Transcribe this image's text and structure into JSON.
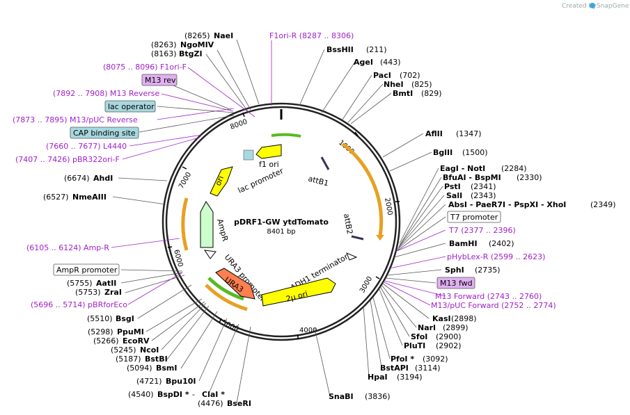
{
  "credit": {
    "created_by": "Created by",
    "brand": "SnapGene"
  },
  "plasmid": {
    "name": "pDRF1-GW ytdTomato",
    "length": "8401 bp"
  },
  "ticks": [
    "1000",
    "2000",
    "3000",
    "4000",
    "5000",
    "6000",
    "7000",
    "8000"
  ],
  "features_inside": {
    "f1_ori": "f1 ori",
    "lac_promoter": "lac promoter",
    "attB1": "attB1",
    "attB2": "attB2",
    "ori": "ori",
    "AmpR": "AmpR",
    "URA3_promoter": "URA3 promoter",
    "URA3": "URA3",
    "ADH1_terminator": "ADH1 terminator",
    "two_mu_ori": "2μ ori"
  },
  "boxed_features": {
    "M13_rev": "M13 rev",
    "lac_operator": "lac operator",
    "CAP_binding_site": "CAP binding site",
    "AmpR_promoter": "AmpR promoter",
    "T7_promoter": "T7 promoter",
    "M13_fwd": "M13 fwd"
  },
  "left_sites": {
    "NaeI": {
      "pos": "(8265)",
      "name": "NaeI"
    },
    "NgoMIV": {
      "pos": "(8263)",
      "name": "NgoMIV"
    },
    "BtgZI": {
      "pos": "(8163)",
      "name": "BtgZI"
    },
    "AhdI": {
      "pos": "(6674)",
      "name": "AhdI"
    },
    "NmeAIII": {
      "pos": "(6527)",
      "name": "NmeAIII"
    },
    "AatII": {
      "pos": "(5755)",
      "name": "AatII"
    },
    "ZraI": {
      "pos": "(5753)",
      "name": "ZraI"
    },
    "BsgI": {
      "pos": "(5510)",
      "name": "BsgI"
    },
    "PpuMI": {
      "pos": "(5298)",
      "name": "PpuMI"
    },
    "EcoRV": {
      "pos": "(5266)",
      "name": "EcoRV"
    },
    "NcoI": {
      "pos": "(5245)",
      "name": "NcoI"
    },
    "BstBI": {
      "pos": "(5187)",
      "name": "BstBI"
    },
    "BsmI": {
      "pos": "(5094)",
      "name": "BsmI"
    },
    "Bpu10I": {
      "pos": "(4721)",
      "name": "Bpu10I"
    },
    "BspDI": {
      "pos": "(4540)",
      "name": "BspDI *",
      "sep": " - ",
      "name2": "ClaI *"
    },
    "BseRI": {
      "pos": "(4476)",
      "name": "BseRI"
    }
  },
  "left_primers": {
    "F1ori_F": "(8075 .. 8096)  F1ori-F",
    "M13_Reverse": "(7892 .. 7908)  M13 Reverse",
    "M13_pUC_Reverse": "(7873 .. 7895)  M13/pUC Reverse",
    "L4440": "(7660 .. 7677)  L4440",
    "pBR322ori_F": "(7407 .. 7426)  pBR322ori-F",
    "Amp_R": "(6105 .. 6124)  Amp-R",
    "pBRforEco": "(5696 .. 5714)  pBRforEco"
  },
  "top_primer": {
    "F1ori_R": "F1ori-R    (8287 .. 8306)"
  },
  "right_sites": {
    "BssHII": {
      "name": "BssHII",
      "pos": "(211)"
    },
    "AgeI": {
      "name": "AgeI",
      "pos": "(443)"
    },
    "PacI": {
      "name": "PacI",
      "pos": "(702)"
    },
    "NheI": {
      "name": "NheI",
      "pos": "(825)"
    },
    "BmtI": {
      "name": "BmtI",
      "pos": "(829)"
    },
    "AflII": {
      "name": "AflII",
      "pos": "(1347)"
    },
    "BglII": {
      "name": "BglII",
      "pos": "(1500)"
    },
    "EagI": {
      "name": "EagI  - NotI",
      "pos": "(2284)"
    },
    "BfuAI": {
      "name": "BfuAI  - BspMI",
      "pos": "(2330)"
    },
    "PstI": {
      "name": "PstI",
      "pos": "(2341)"
    },
    "SalI": {
      "name": "SalI",
      "pos": "(2343)"
    },
    "AbsI": {
      "name": "AbsI   - PaeR7I  - PspXI  - XhoI",
      "pos": "(2349)"
    },
    "BamHI": {
      "name": "BamHI",
      "pos": "(2402)"
    },
    "SphI": {
      "name": "SphI",
      "pos": "(2735)"
    },
    "KasI": {
      "name": "KasI",
      "pos": "(2898)"
    },
    "NarI": {
      "name": "NarI",
      "pos": "(2899)"
    },
    "SfoI": {
      "name": "SfoI",
      "pos": "(2900)"
    },
    "PluTI": {
      "name": "PluTI",
      "pos": "(2902)"
    },
    "PfoI": {
      "name": "PfoI *",
      "pos": "(3092)"
    },
    "BstAPI": {
      "name": "BstAPI",
      "pos": "(3114)"
    },
    "HpaI": {
      "name": "HpaI",
      "pos": "(3194)"
    },
    "SnaBI": {
      "name": "SnaBI",
      "pos": "(3836)"
    }
  },
  "right_primers": {
    "T7": "T7    (2377 .. 2396)",
    "pHybLex_R": "pHybLex-R    (2599 .. 2623)",
    "M13_Forward": "M13 Forward    (2743 .. 2760)",
    "M13_pUC_Forward": "M13/pUC Forward    (2752 .. 2774)"
  },
  "colors": {
    "primer": "#a020c8",
    "ori": "#ffff00",
    "ampr": "#ccffcc",
    "ura3": "#ff7f50",
    "boxed_teal": "#a8d8e0",
    "boxed_purple": "#e0b0f0",
    "orange_arc": "#f0a020",
    "green_arc": "#55bb22"
  }
}
